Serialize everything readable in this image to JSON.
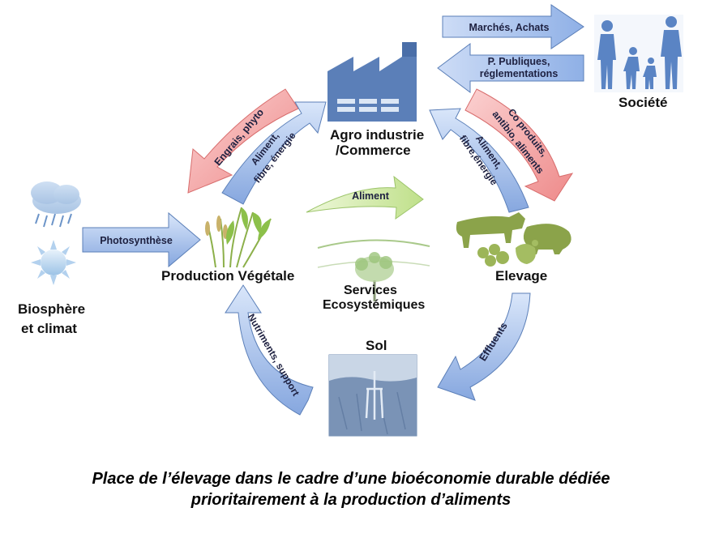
{
  "nodes": {
    "biosphere_line1": "Biosphère",
    "biosphere_line2": "et climat",
    "production": "Production Végétale",
    "agro_line1": "Agro industrie",
    "agro_line2": "/Commerce",
    "elevage": "Elevage",
    "sol": "Sol",
    "societe": "Société",
    "services_line1": "Services",
    "services_line2": "Ecosystémiques"
  },
  "arrows": {
    "photosynthese": "Photosynthèse",
    "marches": "Marchés, Achats",
    "publiques_line1": "P. Publiques,",
    "publiques_line2": "réglementations",
    "aliment_center": "Aliment",
    "engrais": "Engrais, phyto",
    "aliment_left_line1": "Aliment,",
    "aliment_left_line2": "fibre, énergie",
    "coproduits_line1": "Co produits,",
    "coproduits_line2": "antibio, aliments",
    "aliment_right_line1": "Aliment,",
    "aliment_right_line2": "fibre,énergie",
    "effluents": "Effluents",
    "nutriments": "Nutriments, support"
  },
  "caption": {
    "line1": "Place de l’élevage dans le cadre d’une bioéconomie durable dédiée",
    "line2": "prioritairement à la production d’aliments"
  },
  "colors": {
    "blue_arrow": "#9bb7e6",
    "red_arrow": "#f3a5a5",
    "green_arrow": "#cfe9a3",
    "factory": "#5b7fb8",
    "people": "#5a84c4"
  }
}
